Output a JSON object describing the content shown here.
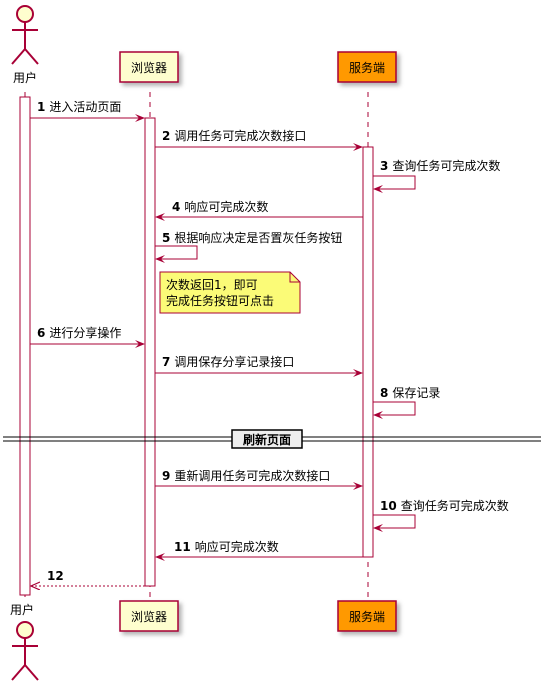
{
  "participants": {
    "user": {
      "label": "用户"
    },
    "browser": {
      "label": "浏览器"
    },
    "server": {
      "label": "服务端"
    }
  },
  "messages": [
    {
      "num": "1",
      "text": "进入活动页面"
    },
    {
      "num": "2",
      "text": "调用任务可完成次数接口"
    },
    {
      "num": "3",
      "text": "查询任务可完成次数"
    },
    {
      "num": "4",
      "text": "响应可完成次数"
    },
    {
      "num": "5",
      "text": "根据响应决定是否置灰任务按钮"
    },
    {
      "num": "6",
      "text": "进行分享操作"
    },
    {
      "num": "7",
      "text": "调用保存分享记录接口"
    },
    {
      "num": "8",
      "text": "保存记录"
    },
    {
      "num": "9",
      "text": "重新调用任务可完成次数接口"
    },
    {
      "num": "10",
      "text": "查询任务可完成次数"
    },
    {
      "num": "11",
      "text": "响应可完成次数"
    },
    {
      "num": "12",
      "text": ""
    }
  ],
  "note": {
    "lines": [
      "次数返回1，即可",
      "完成任务按钮可点击"
    ]
  },
  "divider": {
    "label": "刷新页面"
  },
  "colors": {
    "arrow": "#A80036",
    "participant_fill": "#FEFECE",
    "server_fill": "#FF9900",
    "note_fill": "#FBFB77",
    "activation_fill": "#FFFFFF"
  }
}
